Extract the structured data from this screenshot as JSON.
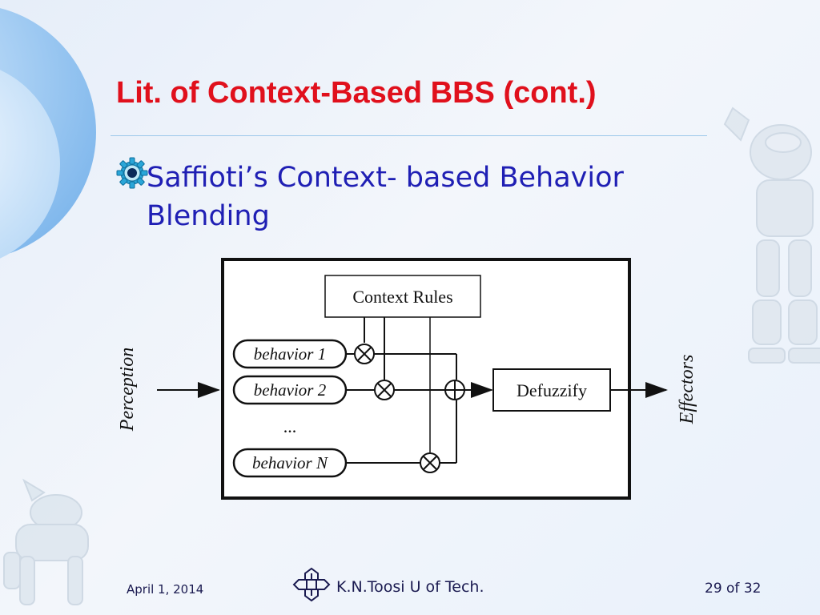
{
  "slide": {
    "title": "Lit. of Context-Based BBS (cont.)",
    "bullet": "Saffioti’s Context- based Behavior Blending"
  },
  "diagram": {
    "context_rules": "Context Rules",
    "defuzzify": "Defuzzify",
    "behaviors": [
      "behavior 1",
      "behavior 2",
      "behavior N"
    ],
    "ellipsis": "...",
    "input": "Perception",
    "output": "Effectors"
  },
  "footer": {
    "date": "April 1, 2014",
    "institution": "K.N.Toosi U of Tech.",
    "page": "29 of 32"
  },
  "colors": {
    "title": "#e0101c",
    "bullet_text": "#1f1fb4",
    "footer_text": "#1a1a50",
    "accent_blue": "#8cc0ee"
  },
  "icons": [
    "gear-bullet-icon",
    "university-logo-icon",
    "robot-watermark",
    "robot-dog-watermark"
  ]
}
